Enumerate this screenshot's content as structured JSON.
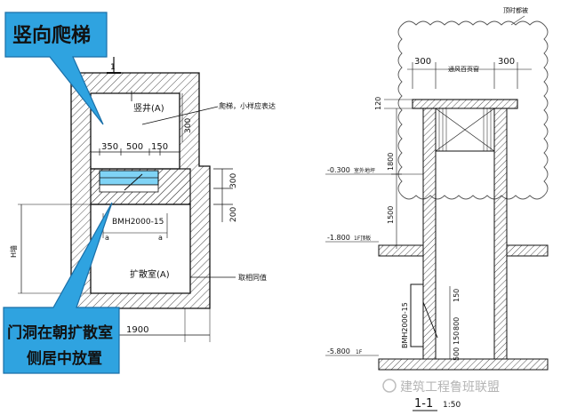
{
  "callouts": {
    "ladder_title": "竖向爬梯",
    "door_note_line1": "门洞在朝扩散室",
    "door_note_line2": "侧居中放置"
  },
  "plan": {
    "index_mark": "1",
    "shaft_label": "竖井(A)",
    "ladder_note": "爬梯，小样应表达",
    "dim_300_v": "300",
    "dim_350": "350",
    "dim_500": "500",
    "dim_150": "150",
    "dim_300_side": "300",
    "dim_200": "200",
    "door_label": "BMH2000-15",
    "door_a1": "a",
    "door_a2": "a",
    "diffusion_label": "扩散室(A)",
    "dim_left": "H墙",
    "reserve_note": "取相同值",
    "dim_1900": "1900"
  },
  "section": {
    "top_note": "顶时都被",
    "dim_300_l": "300",
    "dim_300_r": "300",
    "vent_note": "通风百页窗",
    "dim_120": "120",
    "elev_ground": "-0.300",
    "elev_ground_note": "室外地坪",
    "dim_1800": "1800",
    "dim_1500": "1500",
    "elev_1f": "-1.800",
    "elev_1f_note": "1F顶板",
    "door_label": "BMH2000-15",
    "dim_150_a": "150",
    "dim_800": "800",
    "dim_150_b": "150",
    "dim_500": "500",
    "elev_bottom": "-5.800",
    "elev_bottom_note": "1F",
    "title": "1-1",
    "scale": "1:50"
  },
  "watermark": "建筑工程鲁班联盟",
  "colors": {
    "callout_fill": "#2fa3e0",
    "callout_stroke": "#1a6fa8",
    "cloud_stroke": "#555555",
    "wall_stroke": "#111111"
  }
}
